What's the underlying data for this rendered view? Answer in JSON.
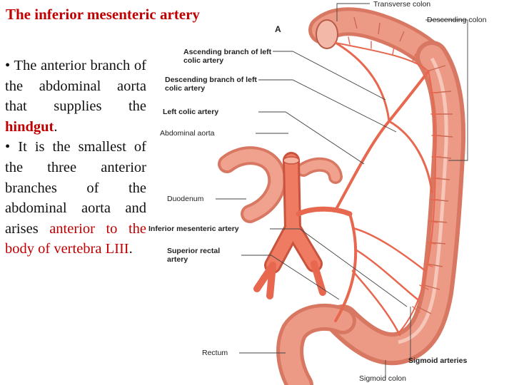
{
  "slide": {
    "title": "The inferior mesenteric artery",
    "bullet1": {
      "prefix": "• The anterior branch of the abdominal aorta that supplies the ",
      "highlight": "hindgut",
      "suffix": "."
    },
    "bullet2": {
      "prefix": "• It is the smallest of the three anterior branches of the abdominal aorta and arises ",
      "highlight": "anterior to the body of vertebra LIII",
      "suffix": "."
    }
  },
  "figure": {
    "panel_letter": "A",
    "labels": {
      "transverse_colon": "Transverse colon",
      "descending_colon": "Descending colon",
      "ascending_branch": "Ascending branch of left colic artery",
      "descending_branch": "Descending branch of left colic artery",
      "left_colic": "Left colic artery",
      "abdominal_aorta": "Abdominal aorta",
      "duodenum": "Duodenum",
      "ima": "Inferior mesenteric artery",
      "superior_rectal": "Superior rectal artery",
      "rectum": "Rectum",
      "sigmoid_arteries": "Sigmoid arteries",
      "sigmoid_colon": "Sigmoid colon"
    },
    "colors": {
      "title_red": "#c00000",
      "colon": "#e58a78",
      "artery": "#e8674f"
    }
  }
}
